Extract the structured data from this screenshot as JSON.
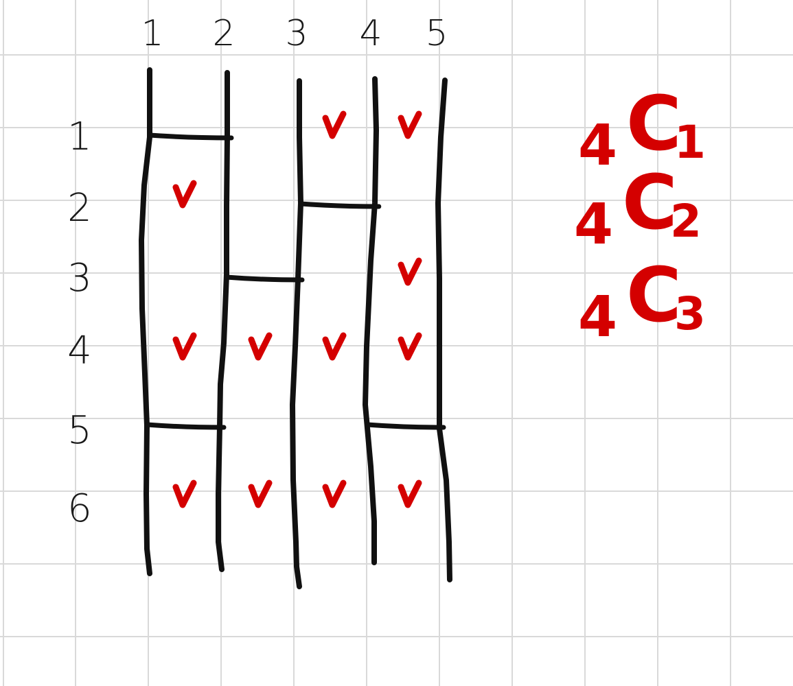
{
  "column_labels": [
    "1",
    "2",
    "3",
    "4",
    "5"
  ],
  "row_labels": [
    "1",
    "2",
    "3",
    "4",
    "5",
    "6"
  ],
  "check_mark": "✓",
  "combinations": [
    {
      "n": "4",
      "c": "C",
      "k": "1"
    },
    {
      "n": "4",
      "c": "C",
      "k": "2"
    },
    {
      "n": "4",
      "c": "C",
      "k": "3"
    }
  ],
  "rungs": [
    {
      "row": 1,
      "from_col": 1,
      "to_col": 2
    },
    {
      "row": 2,
      "from_col": 3,
      "to_col": 4
    },
    {
      "row": 3,
      "from_col": 2,
      "to_col": 3
    },
    {
      "row": 5,
      "from_col": 1,
      "to_col": 2
    },
    {
      "row": 5,
      "from_col": 4,
      "to_col": 5
    }
  ],
  "checks": [
    {
      "row": 1,
      "gap": 3
    },
    {
      "row": 1,
      "gap": 4
    },
    {
      "row": 2,
      "gap": 1
    },
    {
      "row": 3,
      "gap": 4
    },
    {
      "row": 4,
      "gap": 1
    },
    {
      "row": 4,
      "gap": 2
    },
    {
      "row": 4,
      "gap": 3
    },
    {
      "row": 4,
      "gap": 4
    },
    {
      "row": 6,
      "gap": 1
    },
    {
      "row": 6,
      "gap": 2
    },
    {
      "row": 6,
      "gap": 3
    },
    {
      "row": 6,
      "gap": 4
    }
  ],
  "colors": {
    "grid": "#d9d9d9",
    "ink": "#111111",
    "red_ink": "#d40000"
  }
}
